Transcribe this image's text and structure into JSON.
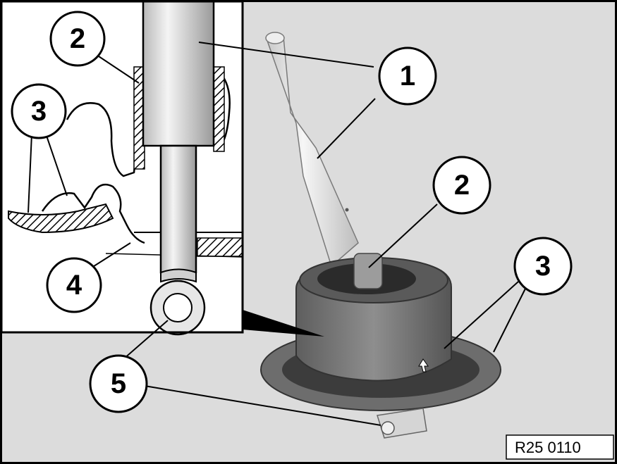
{
  "diagram": {
    "reference_code": "R25 0110",
    "callouts": [
      {
        "id": "callout-1",
        "label": "1"
      },
      {
        "id": "callout-2-inset",
        "label": "2"
      },
      {
        "id": "callout-2-main",
        "label": "2"
      },
      {
        "id": "callout-3-inset",
        "label": "3"
      },
      {
        "id": "callout-3-main",
        "label": "3"
      },
      {
        "id": "callout-4",
        "label": "4"
      },
      {
        "id": "callout-5",
        "label": "5"
      }
    ]
  }
}
